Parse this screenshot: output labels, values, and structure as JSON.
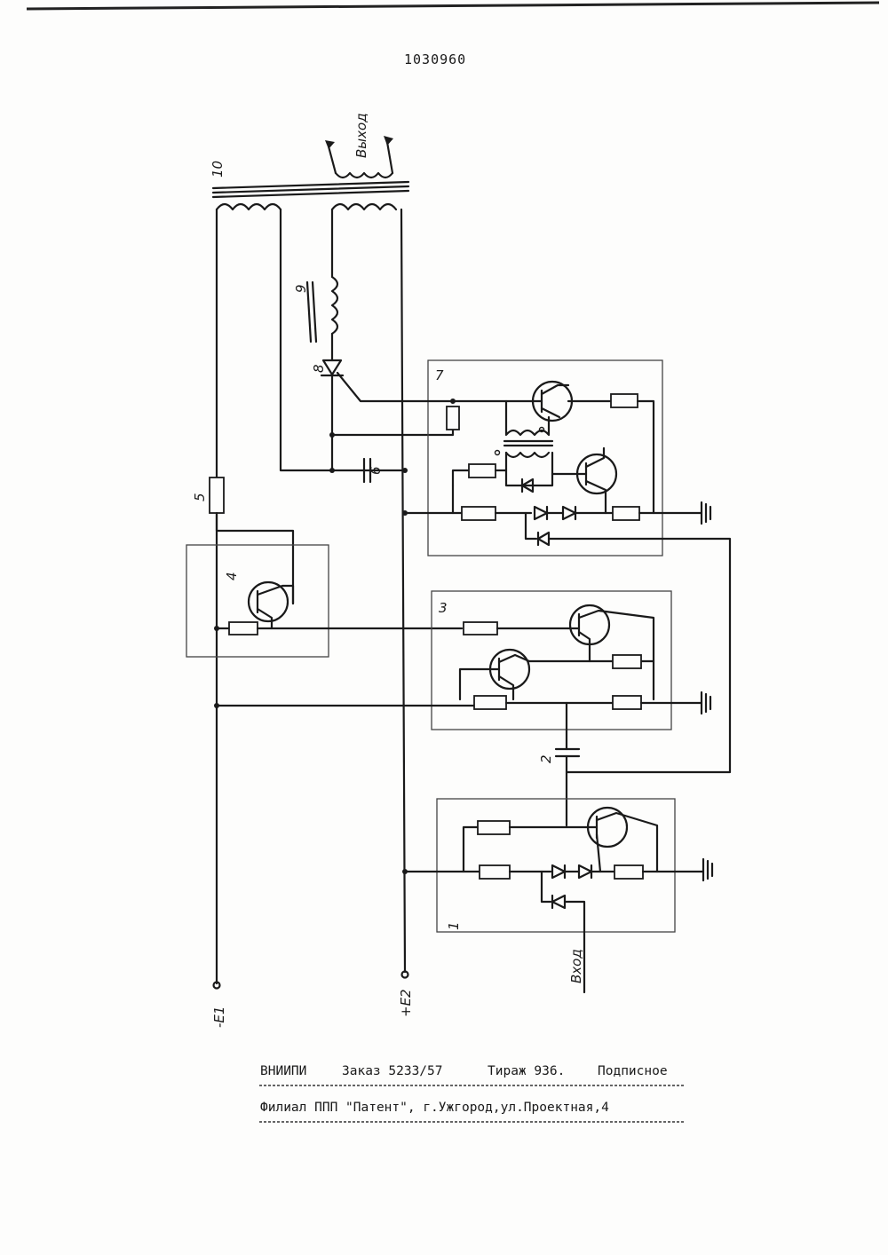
{
  "document": {
    "patent_number": "1030960"
  },
  "diagram": {
    "block_labels": {
      "b1": "1",
      "b2": "2",
      "b3": "3",
      "b4": "4",
      "b5": "5",
      "b6": "6",
      "b7": "7",
      "b8": "8",
      "b9": "9",
      "b10": "10"
    },
    "terminals": {
      "output": "Выход",
      "input": "Вход",
      "minus_e1": "-E1",
      "plus_e2": "+E2"
    }
  },
  "footer": {
    "org": "ВНИИПИ",
    "order": "Заказ 5233/57",
    "circulation": "Тираж 936.",
    "subscription": "Подписное",
    "address": "Филиал ППП \"Патент\", г.Ужгород,ул.Проектная,4"
  }
}
